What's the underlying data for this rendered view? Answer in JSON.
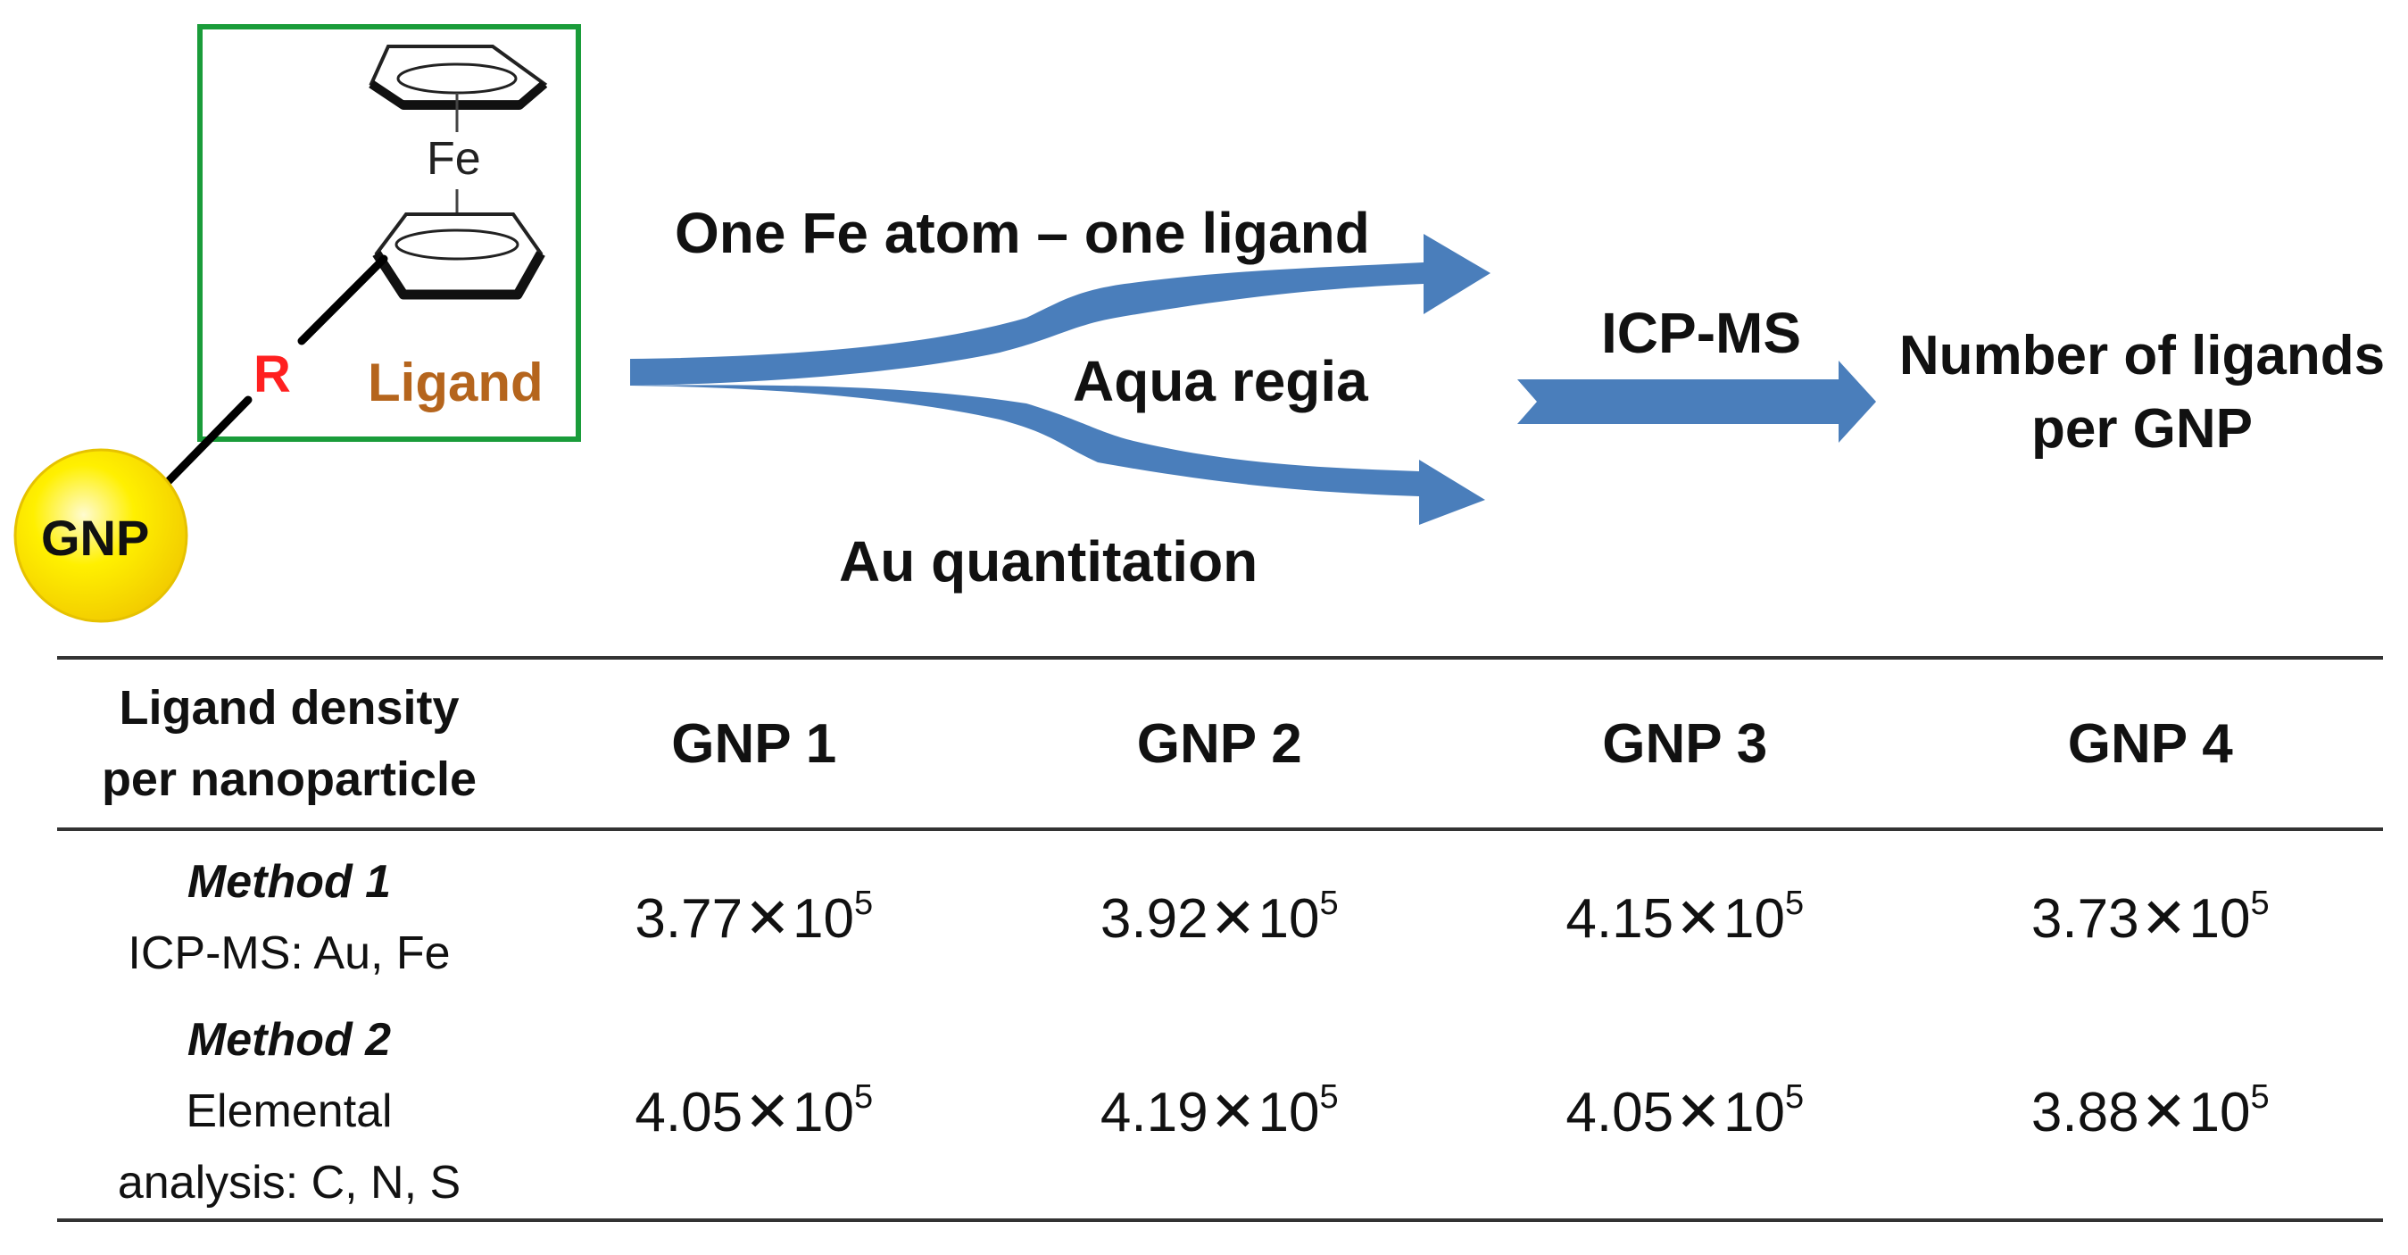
{
  "molecule": {
    "iron_label": "Fe",
    "linker_label": "R",
    "ligand_label": "Ligand",
    "nanoparticle_label": "GNP",
    "colors": {
      "box": "#1a9c3a",
      "linker": "#ff2020",
      "ligand": "#b5651d",
      "nanoparticle": "#ffe800",
      "arrow": "#4a7ebb"
    }
  },
  "flow": {
    "upper_label": "One Fe atom – one ligand",
    "middle_label": "Aqua regia",
    "lower_label": "Au quantitation",
    "step_label": "ICP-MS",
    "result_line1": "Number of ligands",
    "result_line2": "per GNP"
  },
  "table": {
    "header": {
      "line1": "Ligand density",
      "line2": "per nanoparticle",
      "columns": [
        "GNP 1",
        "GNP 2",
        "GNP 3",
        "GNP 4"
      ]
    },
    "times_sign": "✕",
    "rows": [
      {
        "method": "Method 1",
        "desc1": "ICP-MS: Au, Fe",
        "desc2": "",
        "values": [
          {
            "mantissa": "3.77",
            "base": "10",
            "exp": "5"
          },
          {
            "mantissa": "3.92",
            "base": "10",
            "exp": "5"
          },
          {
            "mantissa": "4.15",
            "base": "10",
            "exp": "5"
          },
          {
            "mantissa": "3.73",
            "base": "10",
            "exp": "5"
          }
        ]
      },
      {
        "method": "Method 2",
        "desc1": "Elemental",
        "desc2": "analysis: C, N, S",
        "values": [
          {
            "mantissa": "4.05",
            "base": "10",
            "exp": "5"
          },
          {
            "mantissa": "4.19",
            "base": "10",
            "exp": "5"
          },
          {
            "mantissa": "4.05",
            "base": "10",
            "exp": "5"
          },
          {
            "mantissa": "3.88",
            "base": "10",
            "exp": "5"
          }
        ]
      }
    ]
  }
}
